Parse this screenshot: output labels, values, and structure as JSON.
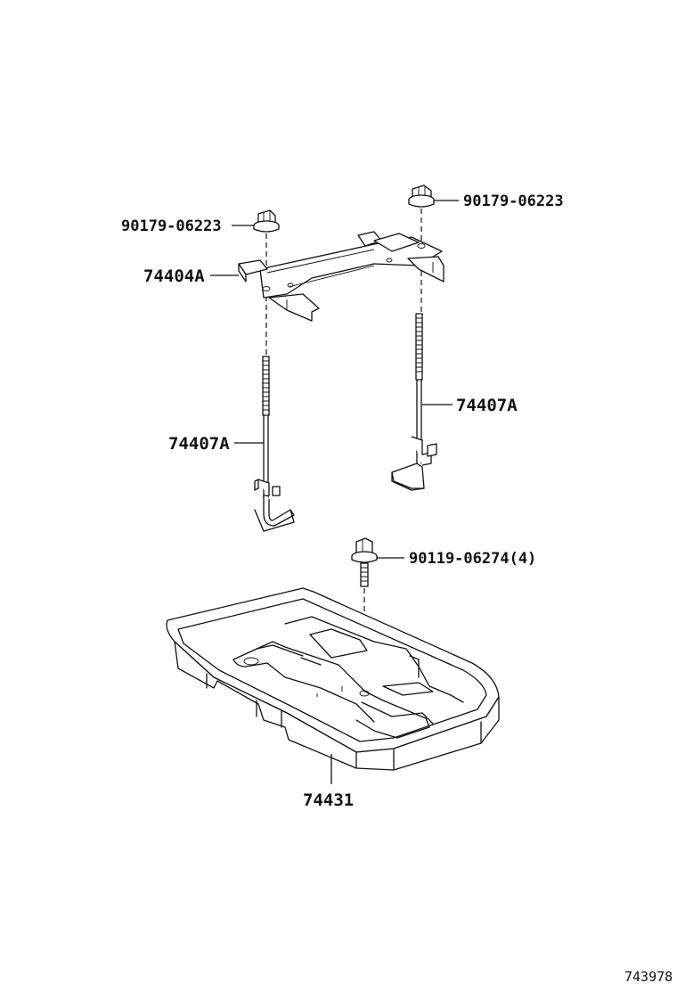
{
  "diagram": {
    "labels": {
      "nut_left": "90179-06223",
      "nut_right": "90179-06223",
      "clamp": "74404A",
      "rod_left": "74407A",
      "rod_right": "74407A",
      "bolt": "90119-06274(4)",
      "tray": "74431",
      "figure_id": "743978"
    }
  }
}
